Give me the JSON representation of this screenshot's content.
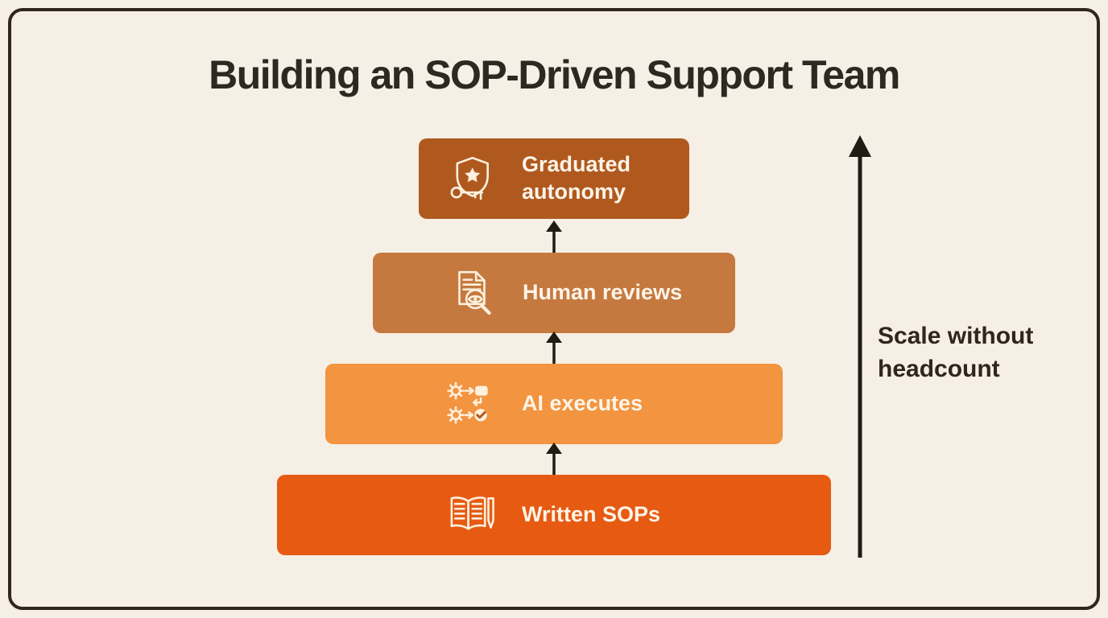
{
  "title": "Building an SOP-Driven Support Team",
  "side_label": "Scale without headcount",
  "colors": {
    "background": "#f6efe5",
    "frame_border": "#30261a",
    "title_text": "#2d2822",
    "box_text": "#fdf4e8",
    "flow_arrow": "#1f1b15",
    "side_label_text": "#30261a"
  },
  "levels": [
    {
      "label": "Graduated autonomy",
      "icon": "shield-star-key-icon",
      "color": "#b0591f"
    },
    {
      "label": "Human reviews",
      "icon": "document-magnifier-eye-icon",
      "color": "#c5793f"
    },
    {
      "label": "AI executes",
      "icon": "gears-workflow-icon",
      "color": "#f29440"
    },
    {
      "label": "Written SOPs",
      "icon": "open-book-pen-icon",
      "color": "#e75a12"
    }
  ]
}
